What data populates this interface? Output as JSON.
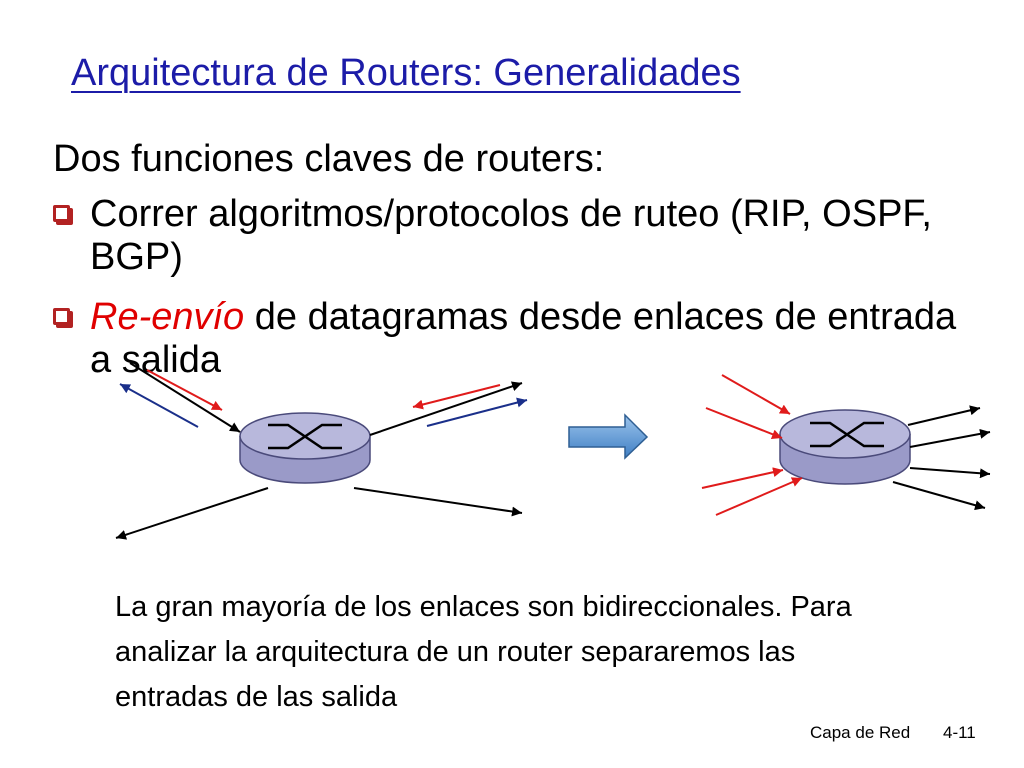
{
  "slide": {
    "title": "Arquitectura de Routers: Generalidades",
    "intro": "Dos funciones claves de routers:",
    "bullets": [
      {
        "text": "Correr algoritmos/protocolos de ruteo (RIP, OSPF, BGP)"
      },
      {
        "emphasis": "Re-envío",
        "rest": " de datagramas desde enlaces de entrada a salida"
      }
    ],
    "caption": "La gran mayoría de los enlaces son bidireccionales. Para analizar la arquitectura de un router separaremos las entradas de las salida",
    "footer": {
      "label": "Capa de Red",
      "page": "4-11"
    }
  },
  "colors": {
    "title": "#1c1ca8",
    "bullet_box": "#b22222",
    "emphasis": "#e00000",
    "router_top": "#b8b8dc",
    "router_side": "#9a9ac8",
    "arrow_red": "#e01b1b",
    "arrow_navy": "#1a2f8a",
    "arrow_black": "#000000",
    "transition_arrow": "#5b9bd5"
  },
  "icons": {
    "router": "router-icon",
    "transition": "right-arrow-icon",
    "bullet": "square-bullet-icon"
  }
}
